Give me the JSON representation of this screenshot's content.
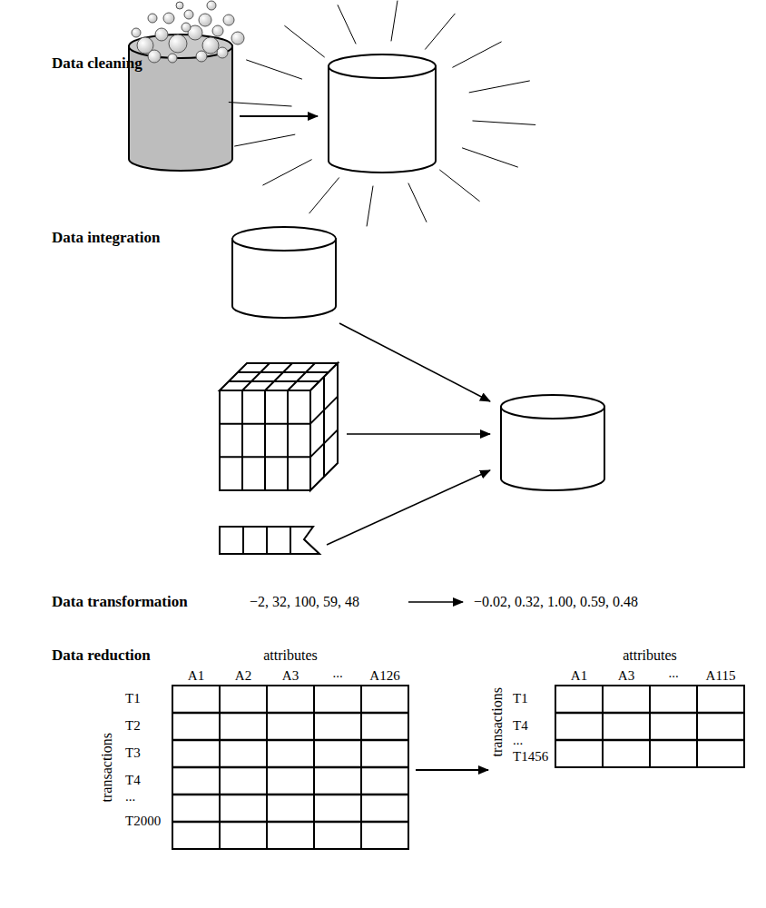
{
  "diagram": {
    "labels": [
      "Data cleaning",
      "Data integration",
      "Data transformation",
      "−2, 32, 100, 59, 48",
      "−0.02, 0.32, 1.00, 0.59, 0.48",
      "Data reduction",
      "attributes",
      "A1",
      "A2",
      "A3",
      "...",
      "A126",
      "transactions",
      "T1",
      "T2",
      "T3",
      "T4",
      "...",
      "T2000",
      "attributes",
      "A1",
      "A3",
      "...",
      "A115",
      "transactions",
      "T1",
      "T4",
      "...",
      "T1456"
    ]
  }
}
